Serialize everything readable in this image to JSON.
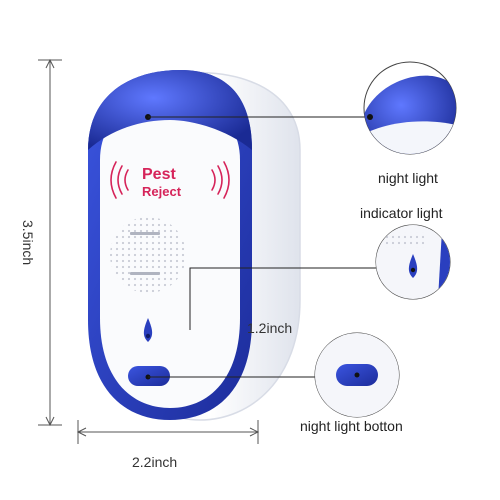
{
  "product": {
    "logo_line1": "Pest",
    "logo_line2": "Reject",
    "brand_blue": "#2a3fbf",
    "body_white": "#f7f8fb",
    "logo_red": "#d6245a"
  },
  "callouts": {
    "night_light": "night light",
    "indicator_light": "indicator light",
    "night_light_button": "night light botton"
  },
  "dimensions": {
    "height": "3.5inch",
    "width": "2.2inch",
    "depth": "1.2inch"
  }
}
